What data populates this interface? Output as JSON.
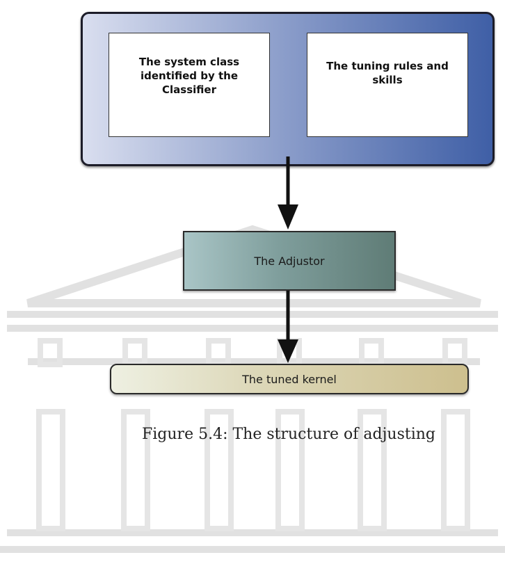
{
  "diagram": {
    "input_group": {
      "left_box": "The system class\nidentified by the\nClassifier",
      "right_box": "The tuning rules and\nskills"
    },
    "adjustor": "The Adjustor",
    "output": "The tuned kernel"
  },
  "caption": "Figure 5.4:  The structure of adjusting"
}
